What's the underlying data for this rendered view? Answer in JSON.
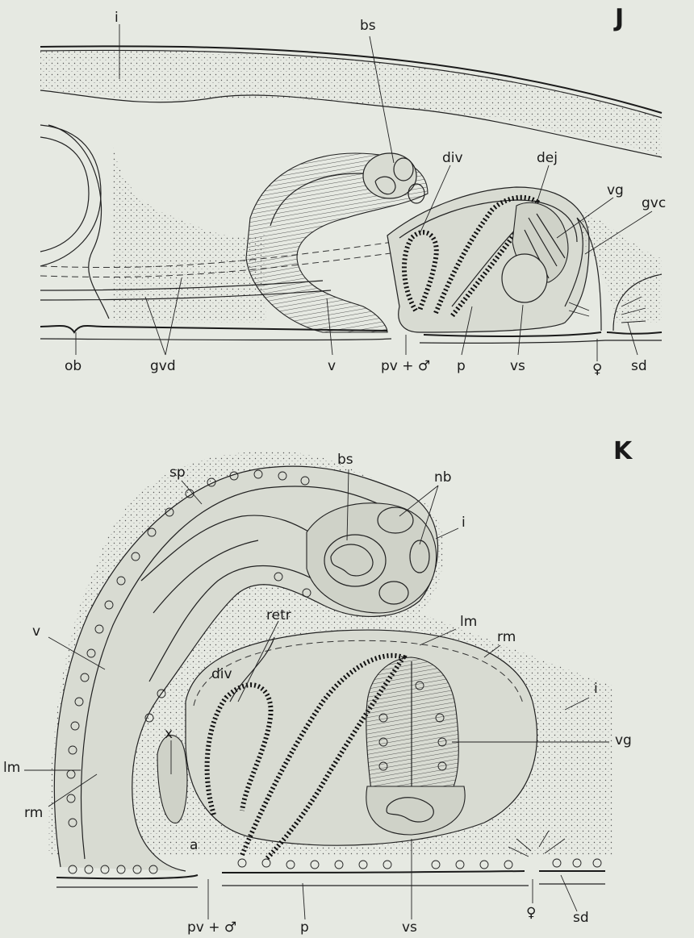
{
  "figure_j": {
    "panel_letter": "J",
    "labels": {
      "i": "i",
      "bs": "bs",
      "div": "div",
      "dej": "dej",
      "vg": "vg",
      "gvc": "gvc",
      "ob": "ob",
      "gvd": "gvd",
      "v": "v",
      "pv": "pv + ♂",
      "p": "p",
      "vs": "vs",
      "female": "♀",
      "sd": "sd"
    }
  },
  "figure_k": {
    "panel_letter": "K",
    "labels": {
      "sp": "sp",
      "bs": "bs",
      "nb": "nb",
      "i_top": "i",
      "lm_top": "lm",
      "rm_top": "rm",
      "i_right": "i",
      "v": "v",
      "retr": "retr",
      "div": "div",
      "x": "x",
      "vg": "vg",
      "lm_left": "lm",
      "rm_left": "rm",
      "a": "a",
      "pv": "pv + ♂",
      "p": "p",
      "vs": "vs",
      "female": "♀",
      "sd": "sd"
    }
  }
}
